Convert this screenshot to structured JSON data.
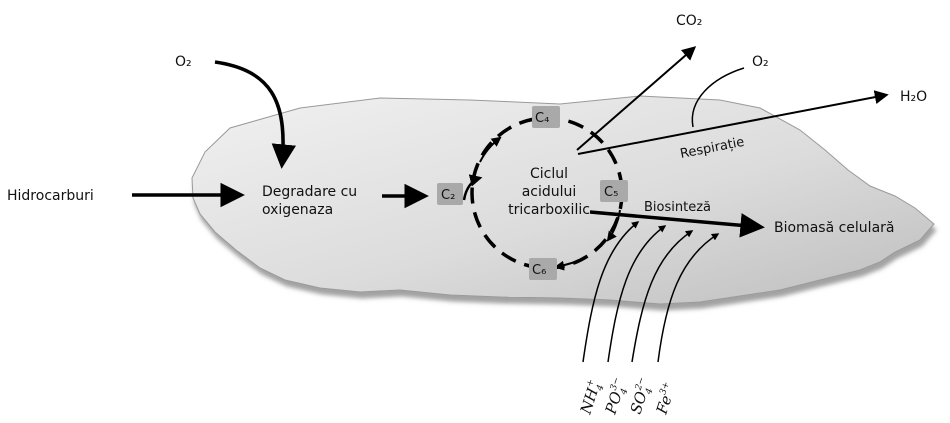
{
  "diagram": {
    "hydrocarbons": "Hidrocarburi",
    "degradation_line1": "Degradare cu",
    "degradation_line2": "oxigenaza",
    "o2_top_left": "O₂",
    "o2_top_right": "O₂",
    "co2": "CO₂",
    "h2o": "H₂O",
    "respiration": "Respirație",
    "biosynthesis": "Biosinteză",
    "biomass": "Biomasă celulară",
    "cycle_line1": "Ciclul",
    "cycle_line2": "acidului",
    "cycle_line3": "tricarboxilic",
    "c2": "C₂",
    "c4": "C₄",
    "c5": "C₅",
    "c6": "C₆",
    "ions": [
      {
        "base": "NH",
        "sub": "4",
        "sup": "+"
      },
      {
        "base": "PO",
        "sub": "4",
        "sup": "3−"
      },
      {
        "base": "SO",
        "sub": "4",
        "sup": "2−"
      },
      {
        "base": "Fe",
        "sub": "",
        "sup": "3+"
      }
    ]
  },
  "colors": {
    "cell_fill_light": "#ececec",
    "cell_fill_dark": "#bdbdbd",
    "cell_edge": "#8a8a8a",
    "label_highlight": "#a9a9a9",
    "stroke": "#000000"
  }
}
